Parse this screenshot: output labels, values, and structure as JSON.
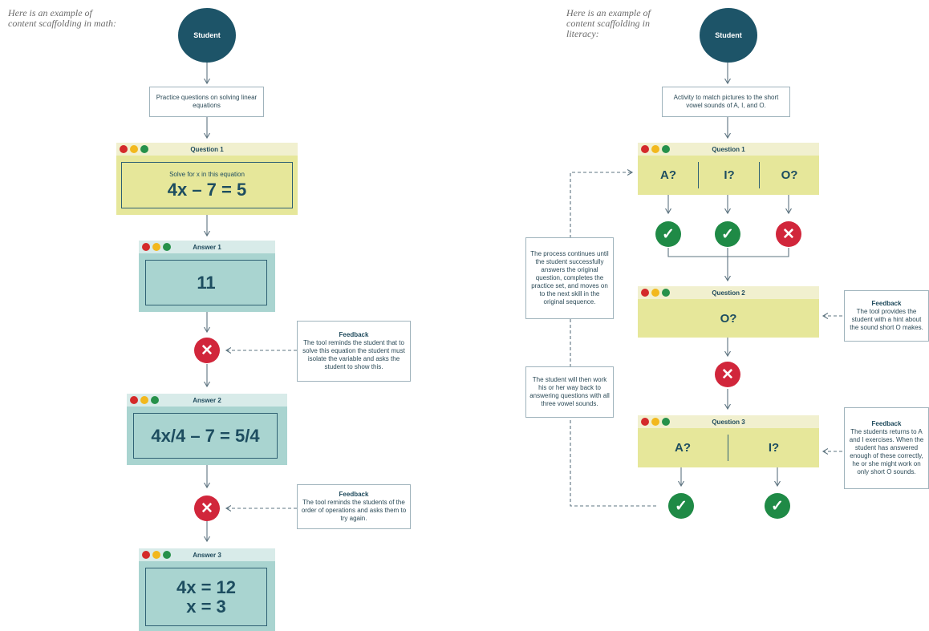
{
  "math": {
    "intro": "Here is an example of content scaffolding in math:",
    "student": "Student",
    "activity": "Practice questions on solving linear equations",
    "question1": {
      "title": "Question 1",
      "prompt": "Solve for x in this equation",
      "equation": "4x – 7 = 5"
    },
    "answer1": {
      "title": "Answer 1",
      "value": "11"
    },
    "feedback1": {
      "title": "Feedback",
      "text": "The tool reminds the student that to solve this equation the student must isolate the variable and asks the student to show this."
    },
    "answer2": {
      "title": "Answer 2",
      "value": "4x/4 – 7 = 5/4"
    },
    "feedback2": {
      "title": "Feedback",
      "text": "The tool reminds the students of the order of operations and asks them to try again."
    },
    "answer3": {
      "title": "Answer 3",
      "line1": "4x = 12",
      "line2": "x = 3"
    }
  },
  "literacy": {
    "intro": "Here is an example of content scaffolding in literacy:",
    "student": "Student",
    "activity": "Activity to match pictures to the short vowel sounds of A, I, and O.",
    "question1": {
      "title": "Question 1",
      "options": [
        "A?",
        "I?",
        "O?"
      ]
    },
    "question2": {
      "title": "Question 2",
      "option": "O?"
    },
    "feedback_q2": {
      "title": "Feedback",
      "text": "The tool provides the student with a hint about the sound short O makes."
    },
    "question3": {
      "title": "Question 3",
      "options": [
        "A?",
        "I?"
      ]
    },
    "feedback_q3": {
      "title": "Feedback",
      "text": "The students returns to A and I exercises. When the student has answered enough of these correctly, he or she might work on only short O sounds."
    },
    "note_process": "The process continues until the student successfully answers the original question, completes the practice set, and moves on to the next skill in the original sequence.",
    "note_return": "The student will then work his or her way back to answering questions with all three vowel sounds."
  },
  "icons": {
    "correct": "check-icon",
    "incorrect": "x-icon"
  },
  "colors": {
    "node": "#1d5468",
    "correct": "#1f8a46",
    "incorrect": "#d1263b",
    "question": "#e6e79a",
    "answer": "#a9d4d0"
  }
}
